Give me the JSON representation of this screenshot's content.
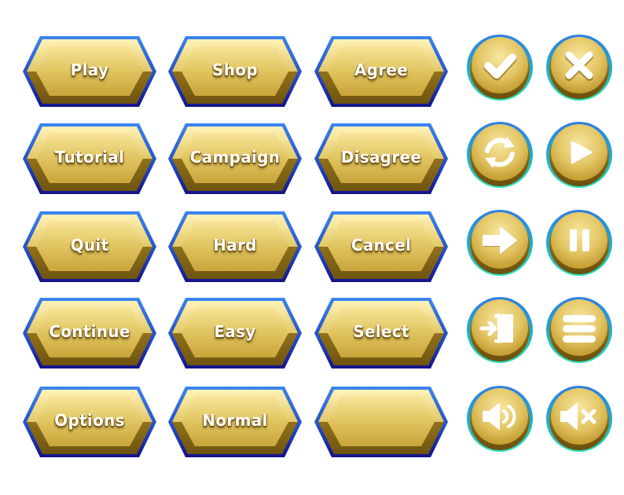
{
  "palette": {
    "gold_light": "#f3dc84",
    "gold_mid": "#d8b94d",
    "gold_dark": "#a8841f",
    "rim_blue": "#2e6ee0",
    "rim_navy": "#1a1f8c",
    "ring_teal": "#22c9b8",
    "icon_white": "#ffffff"
  },
  "buttons": {
    "play": "Play",
    "shop": "Shop",
    "agree": "Agree",
    "tutorial": "Tutorial",
    "campaign": "Campaign",
    "disagree": "Disagree",
    "quit": "Quit",
    "hard": "Hard",
    "cancel": "Cancel",
    "continue": "Continue",
    "easy": "Easy",
    "select": "Select",
    "options": "Options",
    "normal": "Normal",
    "blank": ""
  },
  "icons": {
    "row1": [
      "check-icon",
      "close-icon"
    ],
    "row2": [
      "refresh-icon",
      "play-icon"
    ],
    "row3": [
      "arrow-right-icon",
      "pause-icon"
    ],
    "row4": [
      "exit-door-icon",
      "menu-icon"
    ],
    "row5": [
      "sound-on-icon",
      "sound-mute-icon"
    ]
  }
}
